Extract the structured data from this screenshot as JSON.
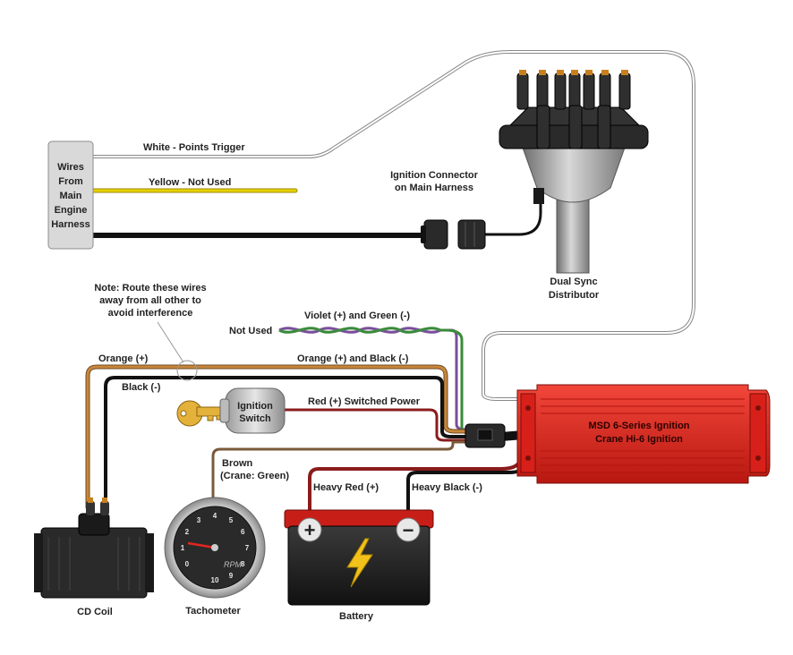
{
  "harness": {
    "label_lines": [
      "Wires",
      "From",
      "Main",
      "Engine",
      "Harness"
    ],
    "white_wire": "White - Points Trigger",
    "yellow_wire": "Yellow - Not Used"
  },
  "ignition_connector": {
    "lines": [
      "Ignition Connector",
      "on Main Harness"
    ]
  },
  "distributor": {
    "lines": [
      "Dual Sync",
      "Distributor"
    ]
  },
  "note": {
    "lines": [
      "Note: Route these wires",
      "away from all other to",
      "avoid interference"
    ]
  },
  "wires": {
    "not_used": "Not Used",
    "violet_green": "Violet (+) and Green (-)",
    "orange": "Orange (+)",
    "orange_black": "Orange (+) and Black (-)",
    "black": "Black (-)",
    "red_switched": "Red (+) Switched Power",
    "brown_lines": [
      "Brown",
      "(Crane: Green)"
    ],
    "heavy_red": "Heavy Red (+)",
    "heavy_black": "Heavy Black (-)"
  },
  "ignition_switch": {
    "lines": [
      "Ignition",
      "Switch"
    ]
  },
  "msd_box": {
    "lines": [
      "MSD 6-Series Ignition",
      "Crane Hi-6 Ignition"
    ]
  },
  "tachometer": {
    "label": "Tachometer",
    "dial_numbers": [
      "1",
      "2",
      "3",
      "4",
      "5",
      "6",
      "7",
      "8",
      "9",
      "10"
    ],
    "dial_zero": "0",
    "rpm": "RPM"
  },
  "battery": {
    "label": "Battery",
    "plus": "+",
    "minus": "−"
  },
  "cd_coil": {
    "label": "CD Coil"
  },
  "colors": {
    "msd_red": "#e0261f",
    "wire_yellow": "#e8d200",
    "wire_orange": "#c8873c",
    "wire_red": "#8a1c1c",
    "wire_violet": "#7a4f9a",
    "wire_green": "#3a8a3a",
    "wire_black": "#111111"
  }
}
